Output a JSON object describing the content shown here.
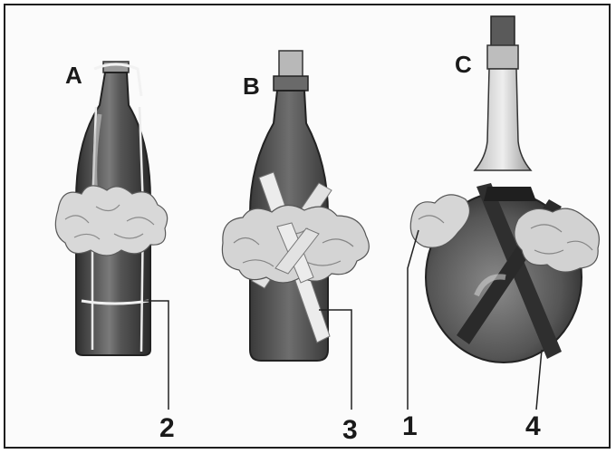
{
  "panels": [
    {
      "letter": "A",
      "callout": "2"
    },
    {
      "letter": "B",
      "callout": "3"
    },
    {
      "letter": "C",
      "callout": "4",
      "extra_callout": "1"
    }
  ],
  "colors": {
    "background": "#fbfbfb",
    "frame": "#1e1e1e",
    "glass_dark": "#3a3a3a",
    "glass_mid": "#6e6e6e",
    "ribbon_light": "#e6e6e6",
    "straw": "#d6d6d6"
  }
}
